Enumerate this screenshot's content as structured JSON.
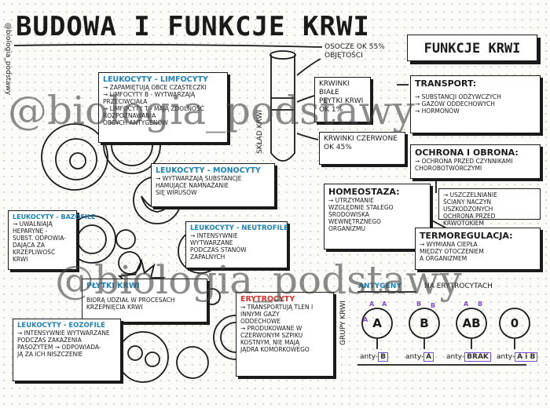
{
  "title": "BUDOWA I FUNKCJE KRWI",
  "side_handle": "@biologia_podstawy",
  "watermark": "@biologia_podstawy",
  "composition": {
    "vertical_label": "SKŁAD KRWI",
    "osocze": "OSOCZE OK 55% OBJĘTOŚCI",
    "krwinki_biale": [
      "KRWINKI",
      "BIAŁE",
      "PŁYTKI KRWI",
      "OK 1%"
    ],
    "krwinki_czerwone": [
      "KRWINKI CZERWONE",
      "OK 45%"
    ]
  },
  "cells": {
    "limfocyty": {
      "heading": "LEUKOCYTY - LIMFOCYTY",
      "lines": [
        "→ ZAPAMIĘTUJĄ OBCE CZĄSTECZKI",
        "→ LIMFOCYTY B - WYTWARZAJĄ",
        "PRZECIWCIAŁA",
        "→ LIMFOCYTY T - MAJĄ ZDOLNOŚĆ",
        "ROZPOZNAWANIA",
        "OBCYCH ANTYGENÓW"
      ]
    },
    "monocyty": {
      "heading": "LEUKOCYTY - MONOCYTY",
      "lines": [
        "→ WYTWARZAJĄ SUBSTANCJE",
        "HAMUJĄCE NAMNAŻANIE",
        "SIĘ WIRUSÓW"
      ]
    },
    "bazofile": {
      "heading": "LEUKOCYTY - BAZOFILE",
      "lines": [
        "→ UWALNIAJĄ",
        "HEPARYNĘ -",
        "SUBST. ODPOWIA-",
        "DAJĄCA ZA",
        "KRZEPLIWOŚĆ KRWI"
      ]
    },
    "neutrofile": {
      "heading": "LEUKOCYTY - NEUTROFILE",
      "lines": [
        "→ INTENSYWNIE",
        "WYTWARZANE",
        "PODCZAS STANÓW",
        "ZAPALNYCH"
      ]
    },
    "plytki": {
      "heading": "PŁYTKI KRWI",
      "lines": [
        "BIORĄ UDZIAŁ W PROCESACH",
        "KRZEPNIĘCIA KRWI"
      ]
    },
    "erytrocyty": {
      "heading": "ERYTROCYTY",
      "lines": [
        "→ TRANSPORTUJĄ TLEN I",
        "INNYMI GAZY",
        "ODDECHOWE",
        "→ PRODUKOWANE W",
        "CZERWONYM SZPIKU",
        "KOSTNYM, NIE MAJĄ",
        "JĄDRA KOMÓRKOWEGO"
      ]
    },
    "eozofile": {
      "heading": "LEUKOCYTY - EOZOFILE",
      "lines": [
        "→ INTENSYWNIE WYTWARZANE",
        "PODCZAS ZAKAŻENIA",
        "PASOŻYTEM → ODPOWIADA-",
        "JĄ ZA ICH NISZCZENIE"
      ]
    }
  },
  "functions": {
    "title": "FUNKCJE KRWI",
    "transport": {
      "heading": "TRANSPORT:",
      "lines": [
        "→ SUBSTANCJI ODŻYWCZYCH",
        "→ GAZÓW ODDECHOWYCH",
        "→ HORMONÓW"
      ]
    },
    "ochrona": {
      "heading": "OCHRONA I OBRONA:",
      "lines": [
        "→ OCHRONA PRZED CZYNNIKAMI",
        "CHOROBOTWÓRCZYMI"
      ]
    },
    "uszczelnianie": {
      "lines": [
        "→ USZCZELNIANIE",
        "ŚCIANY NACZYŃ USZKODZONYCH",
        "OCHRONA PRZED KRWOTOKIEM"
      ]
    },
    "homeostaza": {
      "heading": "HOMEOSTAZA:",
      "lines": [
        "→ UTRZYMANIE",
        "WZGLĘDNIE STAŁEGO",
        "ŚRODOWISKA",
        "WEWNĘTRZNEGO",
        "ORGANIZMU"
      ]
    },
    "termoregulacja": {
      "heading": "TERMOREGULACJA:",
      "lines": [
        "→ WYMIANA CIEPŁA",
        "MIĘDZY OTOCZENIEM",
        "A ORGANIZMEM"
      ]
    }
  },
  "blood_groups": {
    "vertical_label": "GRUPY KRWI",
    "antygeny_label": "ANTYGENY",
    "antygeny_note": "NA ERYTROCYTACH",
    "groups": [
      "A",
      "B",
      "AB",
      "0"
    ],
    "antibodies": [
      {
        "prefix": "anty-",
        "value": "B"
      },
      {
        "prefix": "anty-",
        "value": "A"
      },
      {
        "prefix": "anty-",
        "value": "BRAK"
      },
      {
        "prefix": "anty-",
        "value": "A i B"
      }
    ]
  },
  "colors": {
    "accent_blue": "#1f82b3",
    "accent_red": "#d9342b",
    "accent_purple": "#7a4fcf"
  }
}
